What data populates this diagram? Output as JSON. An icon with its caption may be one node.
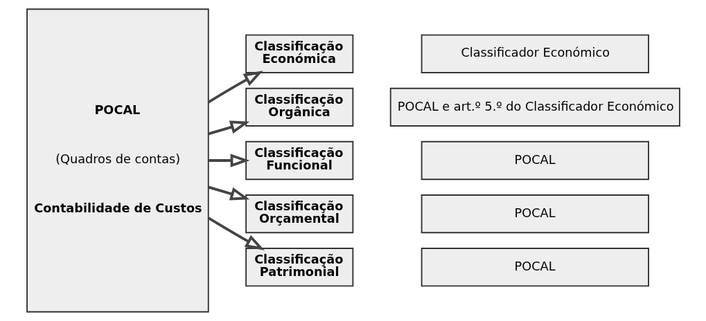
{
  "diagram": {
    "nodes": [
      {
        "text": [
          "POCAL",
          "(Quadros de contas)",
          "Contabilidade de Custos"
        ]
      },
      {
        "text": [
          "Classificação Económica"
        ]
      },
      {
        "text": [
          "Classificação Orgânica"
        ]
      },
      {
        "text": [
          "Classificação Funcional"
        ]
      },
      {
        "text": [
          "Classificação Orçamental"
        ]
      },
      {
        "text": [
          "Classificação Patrimonial"
        ]
      },
      {
        "text": [
          "Classificador Económico"
        ]
      },
      {
        "text": [
          "POCAL e art.º 5.º do Classificador Económico"
        ]
      },
      {
        "text": [
          "POCAL"
        ]
      },
      {
        "text": [
          "POCAL"
        ]
      },
      {
        "text": [
          "POCAL"
        ]
      }
    ],
    "edges": [
      {
        "from": 0,
        "to": 1,
        "arrow": "to"
      },
      {
        "from": 0,
        "to": 2,
        "arrow": "to"
      },
      {
        "from": 0,
        "to": 3,
        "arrow": "to"
      },
      {
        "from": 0,
        "to": 4,
        "arrow": "to"
      },
      {
        "from": 0,
        "to": 5,
        "arrow": "to"
      }
    ]
  }
}
